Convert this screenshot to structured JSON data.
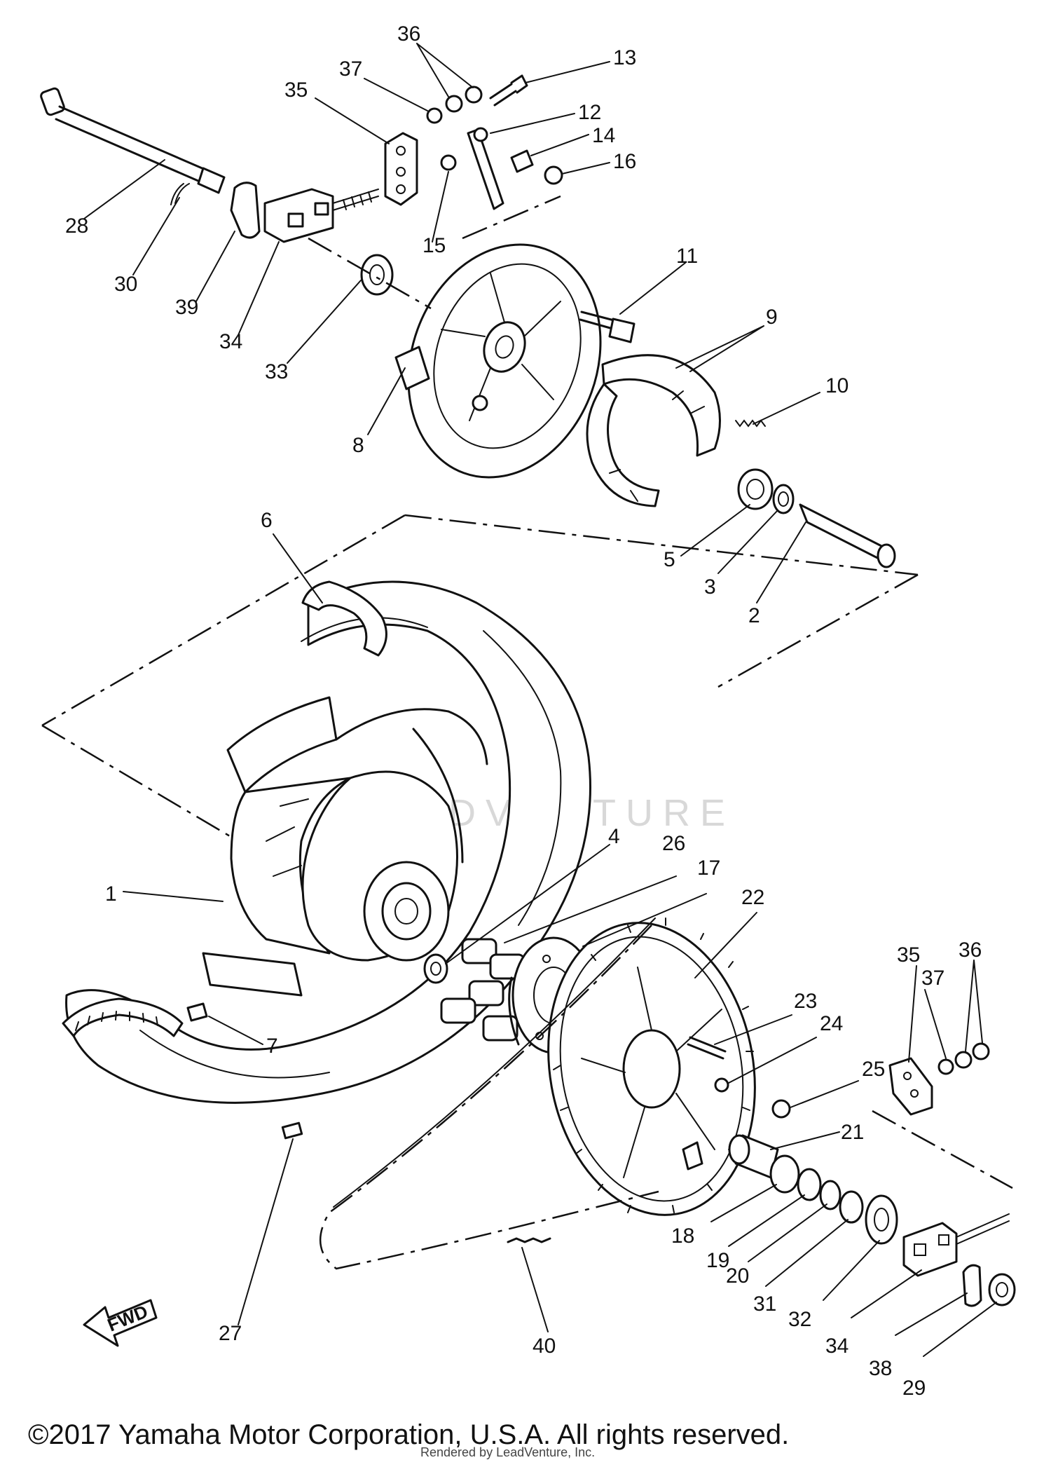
{
  "labels": [
    {
      "id": "p36a",
      "text": "36"
    },
    {
      "id": "p37a",
      "text": "37"
    },
    {
      "id": "p35a",
      "text": "35"
    },
    {
      "id": "p13",
      "text": "13"
    },
    {
      "id": "p12",
      "text": "12"
    },
    {
      "id": "p14",
      "text": "14"
    },
    {
      "id": "p16",
      "text": "16"
    },
    {
      "id": "p15",
      "text": "15"
    },
    {
      "id": "p28",
      "text": "28"
    },
    {
      "id": "p30",
      "text": "30"
    },
    {
      "id": "p39",
      "text": "39"
    },
    {
      "id": "p34a",
      "text": "34"
    },
    {
      "id": "p33",
      "text": "33"
    },
    {
      "id": "p11",
      "text": "11"
    },
    {
      "id": "p9",
      "text": "9"
    },
    {
      "id": "p10",
      "text": "10"
    },
    {
      "id": "p8",
      "text": "8"
    },
    {
      "id": "p5",
      "text": "5"
    },
    {
      "id": "p3",
      "text": "3"
    },
    {
      "id": "p2",
      "text": "2"
    },
    {
      "id": "p6",
      "text": "6"
    },
    {
      "id": "p1",
      "text": "1"
    },
    {
      "id": "p7",
      "text": "7"
    },
    {
      "id": "p4",
      "text": "4"
    },
    {
      "id": "p26",
      "text": "26"
    },
    {
      "id": "p17",
      "text": "17"
    },
    {
      "id": "p22",
      "text": "22"
    },
    {
      "id": "p23",
      "text": "23"
    },
    {
      "id": "p24",
      "text": "24"
    },
    {
      "id": "p25",
      "text": "25"
    },
    {
      "id": "p35b",
      "text": "35"
    },
    {
      "id": "p37b",
      "text": "37"
    },
    {
      "id": "p36b",
      "text": "36"
    },
    {
      "id": "p21",
      "text": "21"
    },
    {
      "id": "p18",
      "text": "18"
    },
    {
      "id": "p19",
      "text": "19"
    },
    {
      "id": "p20",
      "text": "20"
    },
    {
      "id": "p31",
      "text": "31"
    },
    {
      "id": "p32",
      "text": "32"
    },
    {
      "id": "p34b",
      "text": "34"
    },
    {
      "id": "p38",
      "text": "38"
    },
    {
      "id": "p29",
      "text": "29"
    },
    {
      "id": "p27",
      "text": "27"
    },
    {
      "id": "p40",
      "text": "40"
    }
  ],
  "fwd_arrow": "FWD",
  "watermark": "ADVENTURE",
  "copyright": "©2017 Yamaha Motor Corporation, U.S.A. All rights reserved.",
  "rendered_by": "Rendered by LeadVenture, Inc."
}
